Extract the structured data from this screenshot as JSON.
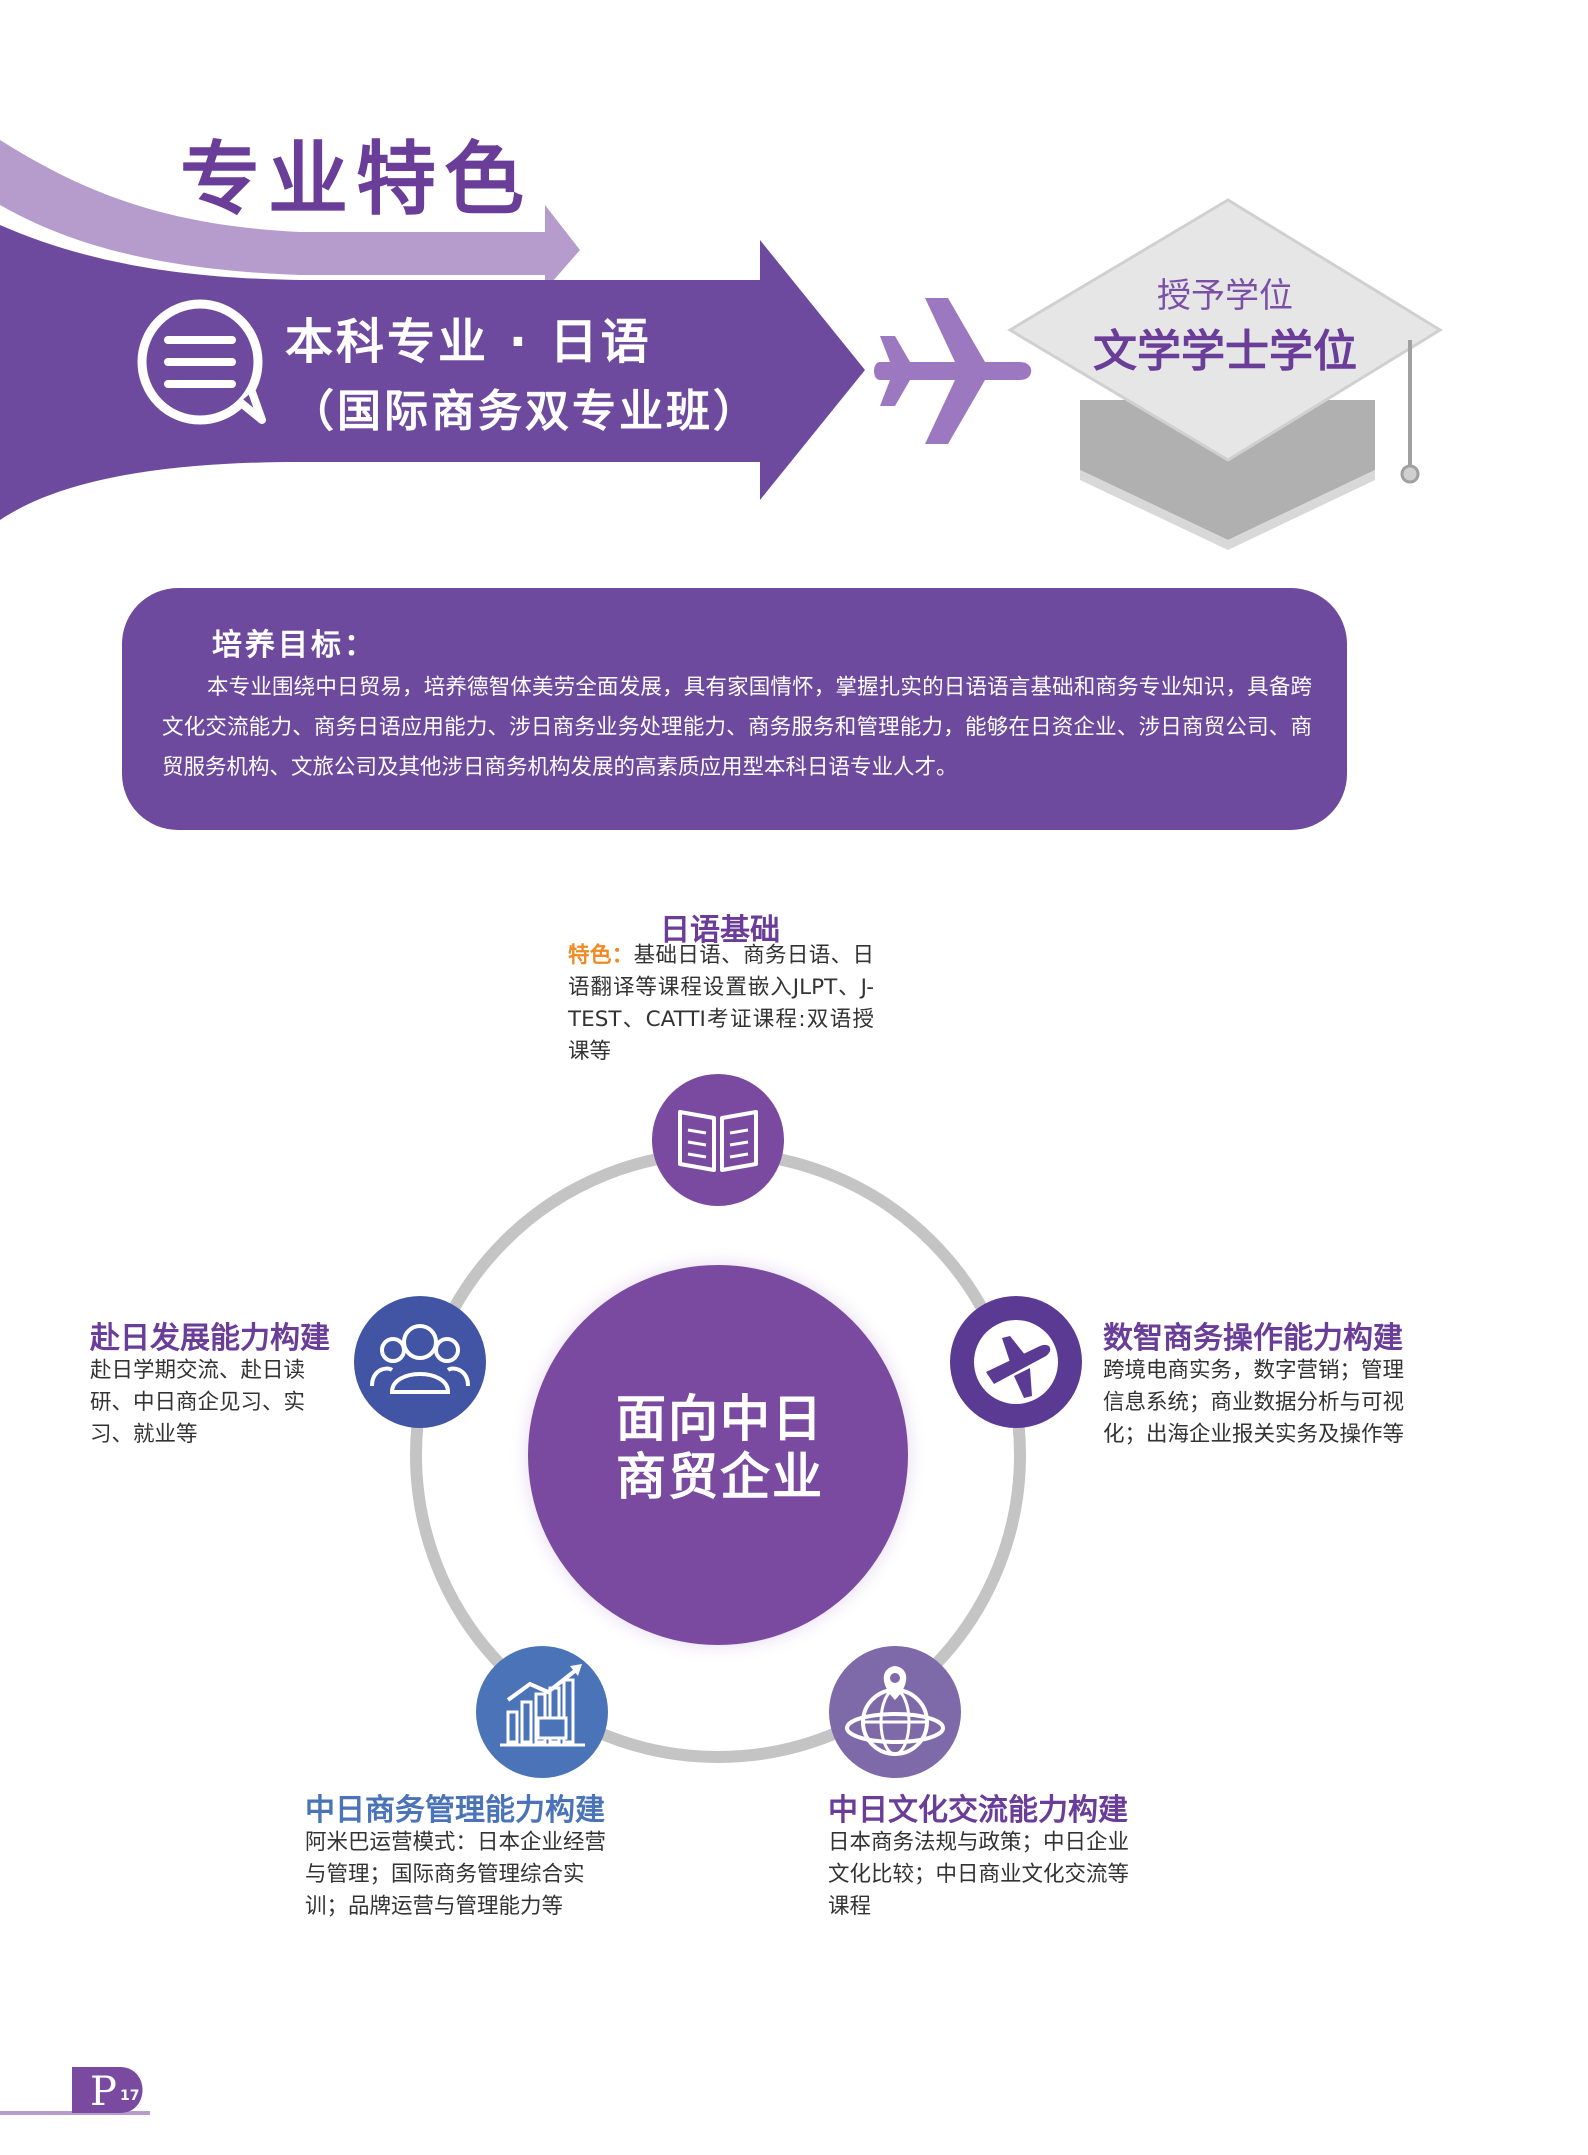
{
  "header": {
    "title": "专业特色",
    "major_line1": "本科专业 · 日语",
    "major_line2": "（国际商务双专业班）",
    "degree_label": "授予学位",
    "degree_value": "文学学士学位"
  },
  "goal": {
    "title": "培养目标：",
    "text": "本专业围绕中日贸易，培养德智体美劳全面发展，具有家国情怀，掌握扎实的日语语言基础和商务专业知识，具备跨文化交流能力、商务日语应用能力、涉日商务业务处理能力、商务服务和管理能力，能够在日资企业、涉日商贸公司、商贸服务机构、文旅公司及其他涉日商务机构发展的高素质应用型本科日语专业人才。"
  },
  "center": {
    "line1": "面向中日",
    "line2": "商贸企业"
  },
  "features": {
    "top": {
      "title": "日语基础",
      "highlight": "特色：",
      "desc": "基础日语、商务日语、日语翻译等课程设置嵌入JLPT、J-TEST、CATTI考证课程:双语授课等"
    },
    "left": {
      "title": "赴日发展能力构建",
      "desc": "赴日学期交流、赴日读研、中日商企见习、实习、就业等"
    },
    "right": {
      "title": "数智商务操作能力构建",
      "desc": "跨境电商实务，数字营销；管理信息系统；商业数据分析与可视化；出海企业报关实务及操作等"
    },
    "bottom_left": {
      "title": "中日商务管理能力构建",
      "desc": "阿米巴运营模式：日本企业经营与管理；国际商务管理综合实训；品牌运营与管理能力等"
    },
    "bottom_right": {
      "title": "中日文化交流能力构建",
      "desc": "日本商务法规与政策；中日企业文化比较；中日商业文化交流等课程"
    }
  },
  "footer": {
    "page_letter": "P",
    "page_number": "17"
  },
  "colors": {
    "purple_dark": "#6a3d98",
    "purple_mid": "#7b4fa6",
    "purple_light": "#b69ccd",
    "blue": "#3f51a3",
    "orange": "#f08a24"
  },
  "icons": [
    "chat-menu-icon",
    "airplane-icon",
    "graduation-cap-icon",
    "book-icon",
    "users-icon",
    "plane-circle-icon",
    "growth-chart-icon",
    "globe-pin-icon"
  ]
}
